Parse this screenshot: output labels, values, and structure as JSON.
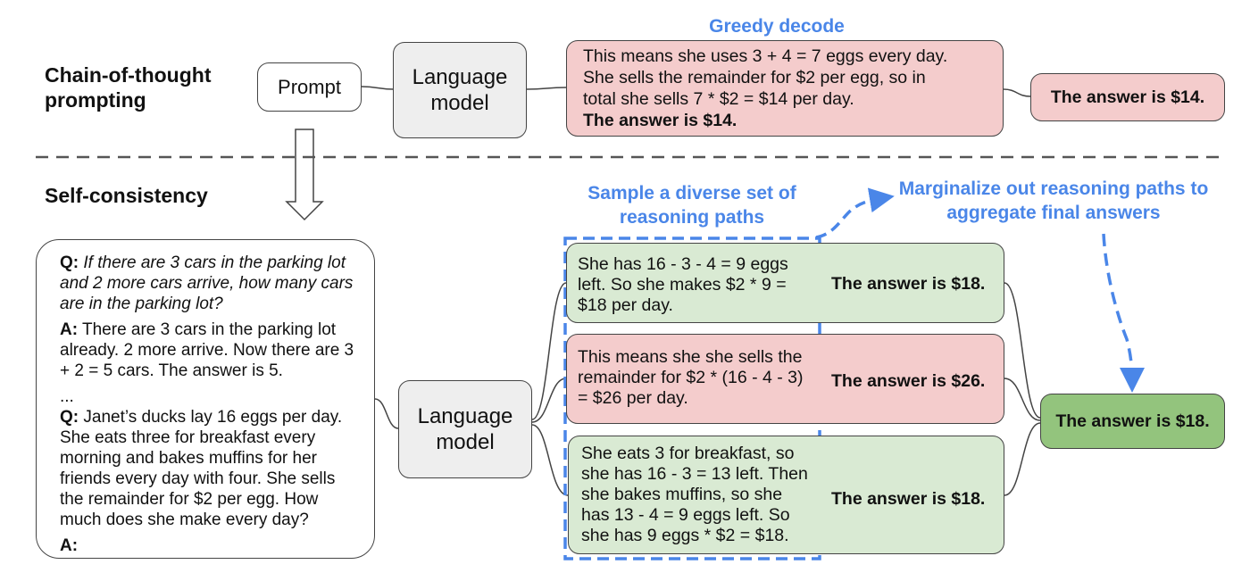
{
  "section_labels": {
    "cot": "Chain-of-thought prompting",
    "sc": "Self-consistency"
  },
  "top_row": {
    "prompt_box": "Prompt",
    "language_model": "Language model",
    "greedy_label": "Greedy decode",
    "greedy_output": [
      "This means she uses 3 + 4 = 7 eggs every day.",
      "She sells the remainder for $2 per egg, so in",
      "total she sells 7 * $2 = $14 per day.",
      "The answer is $14."
    ],
    "final_answer": "The answer is $14."
  },
  "prompt_card": {
    "q1_label": "Q:",
    "q1_text": "If there are 3 cars in the parking lot and 2 more cars arrive, how many cars are in the parking lot?",
    "a1_label": "A:",
    "a1_text": "There are 3 cars in the parking lot already. 2 more arrive. Now there are 3 + 2 = 5 cars. The answer is 5.",
    "ellipsis": "...",
    "q2_label": "Q:",
    "q2_text": "Janet’s ducks lay 16 eggs per day. She eats three for breakfast every morning and bakes muffins for her friends every day with four. She sells the remainder for $2 per egg. How much does she make every day?",
    "a2_label": "A:"
  },
  "bottom_row": {
    "language_model": "Language model",
    "sample_label": "Sample a diverse set of reasoning paths",
    "marginalize_label": "Marginalize out reasoning paths to aggregate final answers",
    "paths": [
      {
        "lines": [
          "She has 16 - 3 - 4 = 9 eggs",
          "left. So she makes $2 * 9 =",
          "$18 per day."
        ],
        "answer": "The answer is $18."
      },
      {
        "lines": [
          "This means she she sells the",
          "remainder for $2 * (16 - 4 - 3)",
          "= $26 per day."
        ],
        "answer": "The answer is $26."
      },
      {
        "lines": [
          "She eats 3 for breakfast, so",
          "she has 16 - 3 = 13 left. Then",
          "she bakes muffins, so she",
          "has 13 - 4 = 9 eggs left. So",
          "she has 9 eggs * $2 = $18."
        ],
        "answer": "The answer is $18."
      }
    ],
    "final_answer": "The answer is $18."
  },
  "colors": {
    "accent_blue": "#4a86e8",
    "wrong_path_fill": "#f4cccc",
    "right_path_fill": "#d9ead3",
    "final_answer_fill": "#93c47d",
    "model_fill": "#eeeeee"
  }
}
